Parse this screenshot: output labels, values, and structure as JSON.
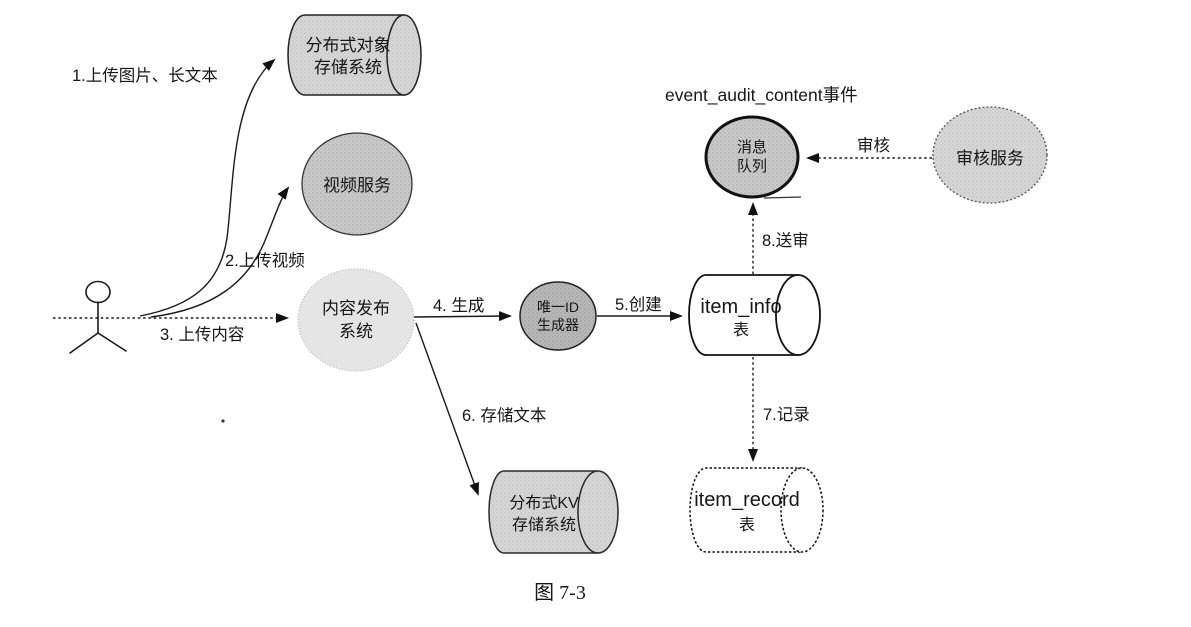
{
  "caption": "图 7-3",
  "event_label": "event_audit_content事件",
  "actor": {
    "description": "stick-figure-user"
  },
  "nodes": {
    "object_storage": {
      "line1": "分布式对象",
      "line2": "存储系统"
    },
    "video_service": {
      "label": "视频服务"
    },
    "content_publish": {
      "line1": "内容发布",
      "line2": "系统"
    },
    "id_generator": {
      "line1": "唯一ID",
      "line2": "生成器"
    },
    "item_info_table": {
      "line1": "item_info",
      "line2": "表"
    },
    "message_queue": {
      "line1": "消息",
      "line2": "队列"
    },
    "audit_service": {
      "label": "审核服务"
    },
    "item_record_table": {
      "line1": "item_record",
      "line2": "表"
    },
    "kv_storage": {
      "line1": "分布式KV",
      "line2": "存储系统"
    }
  },
  "edges": {
    "upload_image_text": "1.上传图片、长文本",
    "upload_video": "2.上传视频",
    "upload_content": "3. 上传内容",
    "generate": "4. 生成",
    "create": "5.创建",
    "store_text": "6. 存储文本",
    "record": "7.记录",
    "submit_audit": "8.送审",
    "audit": "审核"
  },
  "colors": {
    "background": "#ffffff",
    "line": "#1a1a1a",
    "node_light": "#e4e4e4",
    "node_medium_light": "#d2d2d2",
    "node_medium": "#c7c7c7",
    "node_dark": "#b5b5b5",
    "table_fill": "#ffffff"
  }
}
